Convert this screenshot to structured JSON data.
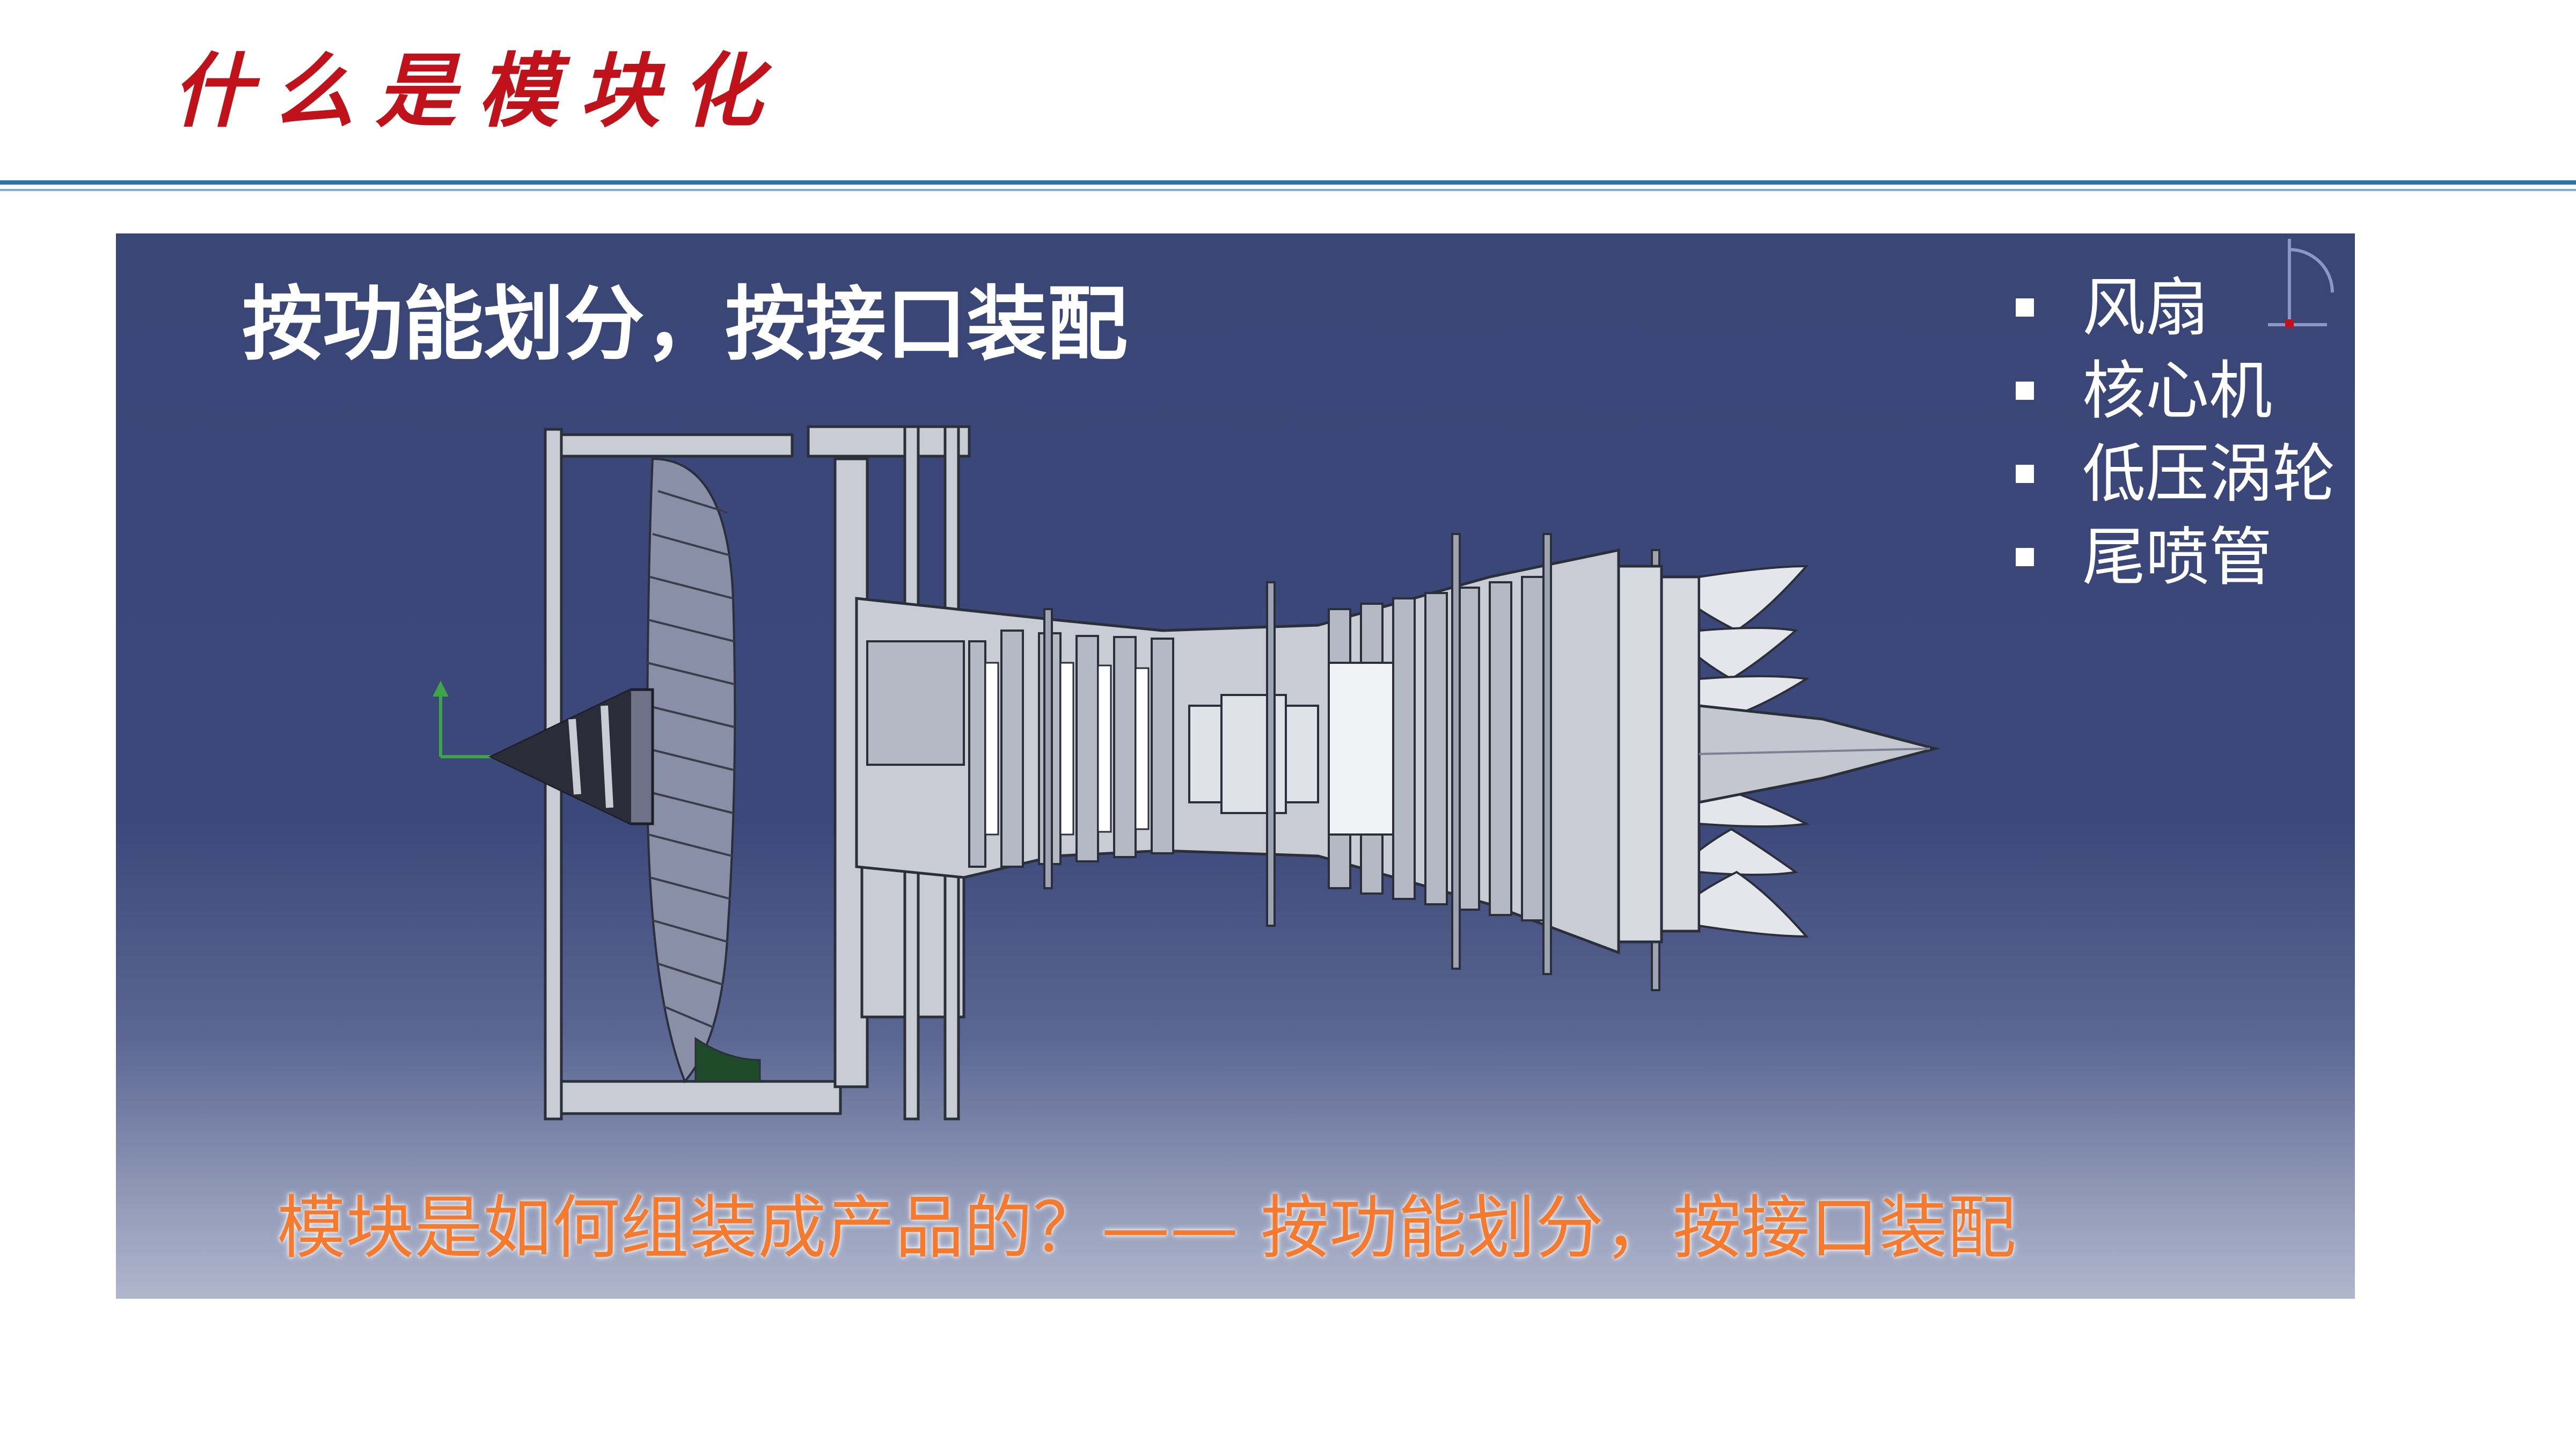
{
  "slide": {
    "title": "什么是模块化"
  },
  "figure": {
    "heading": "按功能划分，按接口装配",
    "modules": [
      "风扇",
      "核心机",
      "低压涡轮",
      "尾喷管"
    ],
    "caption": "模块是如何组装成产品的？—— 按功能划分，按接口装配"
  },
  "colors": {
    "title": "#c0121b",
    "rule": "#2f72b2",
    "caption": "#f47a30",
    "figure_background": "#3a4676"
  },
  "icons": {
    "engine": "turbofan-engine-cutaway",
    "axis_left": "coordinate-axis-icon",
    "axis_right": "view-compass-icon"
  }
}
